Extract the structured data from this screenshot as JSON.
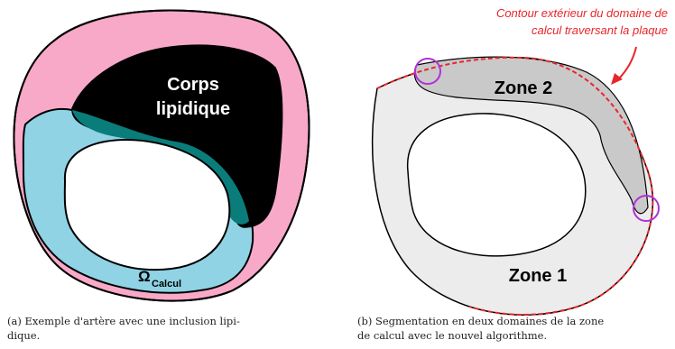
{
  "figure_a": {
    "label_corps_line1": "Corps",
    "label_corps_line2": "lipidique",
    "label_omega": "Ω",
    "label_omega_sub": "Calcul",
    "caption_line1": "(a) Exemple d'artère avec une inclusion lipi-",
    "caption_line2": "dique."
  },
  "figure_b": {
    "annotation_line1": "Contour extérieur du domaine de",
    "annotation_line2": "calcul traversant la plaque",
    "label_zone2": "Zone 2",
    "label_zone1": "Zone 1",
    "caption_line1": "(b) Segmentation en deux domaines de la zone",
    "caption_line2": "de calcul avec le nouvel algorithme."
  },
  "colors": {
    "pink": "#f8a9c8",
    "cyan": "#8fd3e5",
    "black": "#000000",
    "teal": "#0a7d7b",
    "zone_light": "#ececec",
    "zone_dark": "#c9c9c9",
    "red_dash": "#e8262a",
    "purple_circle": "#b030d8"
  }
}
